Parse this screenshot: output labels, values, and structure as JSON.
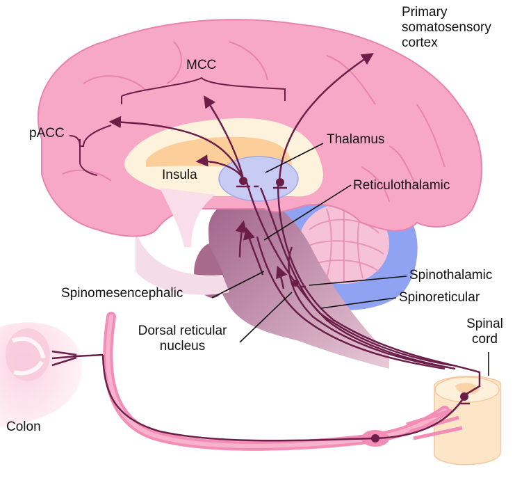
{
  "labels": {
    "primary_somatosensory_cortex": [
      "Primary",
      "somatosensory",
      "cortex"
    ],
    "mcc": "MCC",
    "pacc": "pACC",
    "thalamus": "Thalamus",
    "insula": "Insula",
    "reticulothalamic": "Reticulothalamic",
    "spinothalamic": "Spinothalamic",
    "spinoreticular": "Spinoreticular",
    "spinomesencephalic": "Spinomesencephalic",
    "dorsal_reticular_nucleus": [
      "Dorsal reticular",
      "nucleus"
    ],
    "spinal_cord": [
      "Spinal",
      "cord"
    ],
    "colon": "Colon"
  },
  "colors": {
    "cortex": "#f7a8c6",
    "cortex_outline": "#e784ad",
    "pathway": "#6b1e48",
    "thalamus": "#c8ccf5",
    "cerebellum_outer": "#8fa3f2",
    "cerebellum_inner": "#f6c2d8",
    "brainstem": "#a86a8c",
    "spinal_cord": "#fde6c8",
    "nerve": "#f38db5"
  }
}
